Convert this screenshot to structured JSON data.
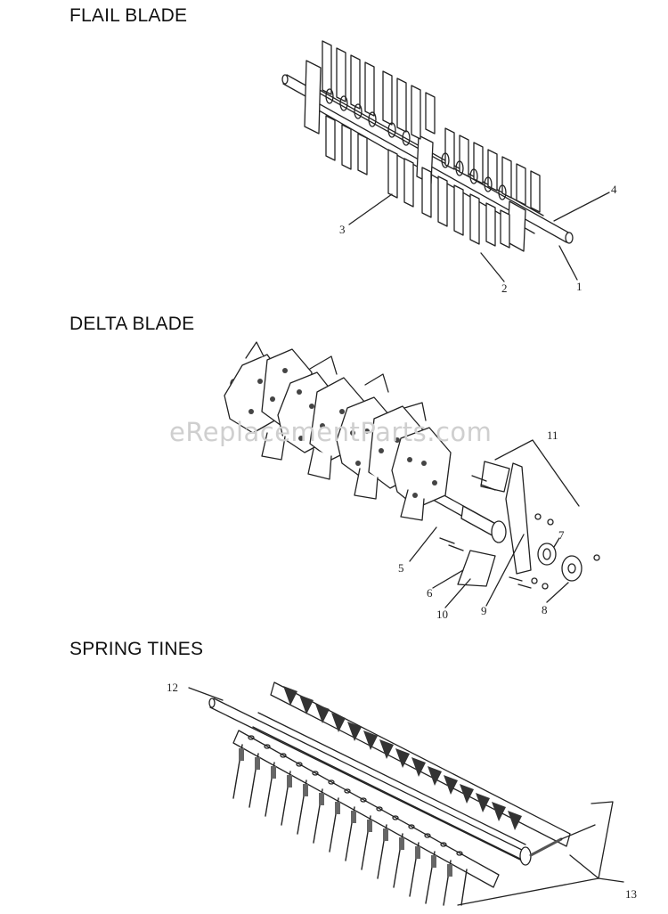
{
  "sections": [
    {
      "title": "FLAIL BLADE"
    },
    {
      "title": "DELTA BLADE"
    },
    {
      "title": "SPRING TINES"
    }
  ],
  "callouts": {
    "c1": "1",
    "c2": "2",
    "c3": "3",
    "c4": "4",
    "c5": "5",
    "c6": "6",
    "c7": "7",
    "c8": "8",
    "c9": "9",
    "c10": "10",
    "c11": "11",
    "c12": "12",
    "c13": "13"
  },
  "watermark": "eReplacementParts.com",
  "colors": {
    "line": "#222222",
    "fill": "#ffffff",
    "shade": "#555555",
    "watermark": "#cfcfcf"
  }
}
